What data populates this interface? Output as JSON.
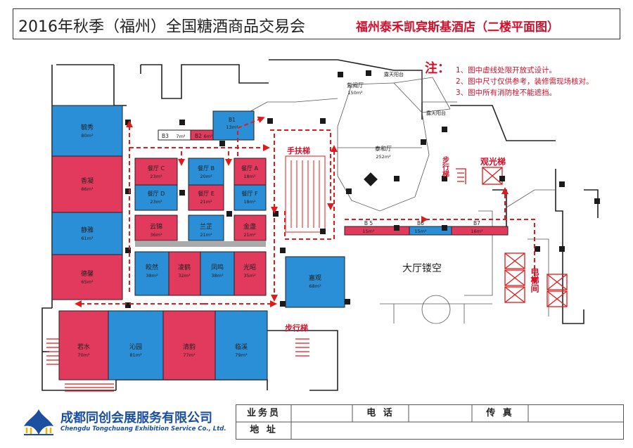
{
  "header": {
    "title": "2016年秋季（福州）全国糖酒商品交易会",
    "subtitle": "福州泰禾凯宾斯基酒店（二楼平面图）"
  },
  "notes": {
    "label": "注：",
    "items": [
      "1、图中虚线处限开放式设计。",
      "2、图中尺寸仅供参考，装修需现场核对。",
      "3、图中所有消防栓不能遮挡。"
    ]
  },
  "colors": {
    "blue": "#2a8fd6",
    "red": "#e23a5d",
    "arrow": "#e01b1b",
    "dark": "#1a1a1a"
  },
  "rooms": [
    {
      "id": "yuxiu",
      "name": "毓秀",
      "area": "80m²",
      "color": "blue"
    },
    {
      "id": "xiangning",
      "name": "香凝",
      "area": "86m²",
      "color": "red"
    },
    {
      "id": "jingya",
      "name": "静雅",
      "area": "61m²",
      "color": "blue"
    },
    {
      "id": "dexin",
      "name": "德馨",
      "area": "65m²",
      "color": "red"
    },
    {
      "id": "b3",
      "name": "B3",
      "area": "7m²",
      "color": "white"
    },
    {
      "id": "b2",
      "name": "B2",
      "area": "6m²",
      "color": "red"
    },
    {
      "id": "b1",
      "name": "B1",
      "area": "13m²",
      "color": "blue"
    },
    {
      "id": "cantingc",
      "name": "餐厅 C",
      "area": "23m²",
      "color": "red"
    },
    {
      "id": "cantingb",
      "name": "餐厅 B",
      "area": "20m²",
      "color": "blue"
    },
    {
      "id": "cantinga",
      "name": "餐厅 A",
      "area": "18m²",
      "color": "red"
    },
    {
      "id": "cantingd",
      "name": "餐厅 D",
      "area": "23m²",
      "color": "blue"
    },
    {
      "id": "cantinge",
      "name": "餐厅 E",
      "area": "21m²",
      "color": "red"
    },
    {
      "id": "cantingf",
      "name": "餐厅 F",
      "area": "18m²",
      "color": "blue"
    },
    {
      "id": "yunjin",
      "name": "云锦",
      "area": "36m²",
      "color": "red"
    },
    {
      "id": "lanzhi",
      "name": "兰芷",
      "area": "21m²",
      "color": "blue"
    },
    {
      "id": "jinzhan",
      "name": "金盏",
      "area": "21m²",
      "color": "red"
    },
    {
      "id": "jiaoran",
      "name": "皎然",
      "area": "38m²",
      "color": "blue"
    },
    {
      "id": "linghe",
      "name": "凌鹤",
      "area": "32m²",
      "color": "red"
    },
    {
      "id": "fengming",
      "name": "凤鸣",
      "area": "38m²",
      "color": "blue"
    },
    {
      "id": "guangzhao",
      "name": "光昭",
      "area": "35m²",
      "color": "red"
    },
    {
      "id": "yuguan",
      "name": "嘉观",
      "area": "68m²",
      "color": "blue"
    },
    {
      "id": "ruoshui",
      "name": "若水",
      "area": "70m²",
      "color": "red"
    },
    {
      "id": "guangyuan",
      "name": "沁园",
      "area": "81m²",
      "color": "blue"
    },
    {
      "id": "qingyun",
      "name": "清韵",
      "area": "77m²",
      "color": "red"
    },
    {
      "id": "linxi",
      "name": "临溪",
      "area": "79m²",
      "color": "blue"
    },
    {
      "id": "b5",
      "name": "B 5",
      "area": "15m²",
      "color": "red"
    },
    {
      "id": "b6",
      "name": "B6",
      "area": "15m²",
      "color": "blue"
    },
    {
      "id": "b7",
      "name": "B7",
      "area": "16m²",
      "color": "red"
    }
  ],
  "spaces": [
    {
      "id": "ziyuting",
      "name": "紫阙厅",
      "area": "150m²"
    },
    {
      "id": "taiheting",
      "name": "泰和厅",
      "area": "252m²"
    },
    {
      "id": "lutian1",
      "name": "露天阳台"
    },
    {
      "id": "lutian2",
      "name": "露天阳台"
    }
  ],
  "labels": {
    "escalator": "手扶梯",
    "stairs_right": "步行梯",
    "stairs_bottom": "步行梯",
    "sightseeing_elevator": "观光梯",
    "hall": "大厅镂空",
    "elevator_hall": "电梯间"
  },
  "company": {
    "name_cn": "成都同创会展服务有限公司",
    "name_en": "Chengdu Tongchuang Exhibition Service Co., Ltd."
  },
  "info": {
    "salesperson": "业务员",
    "phone": "电 话",
    "fax": "传 真",
    "address": "地 址"
  }
}
